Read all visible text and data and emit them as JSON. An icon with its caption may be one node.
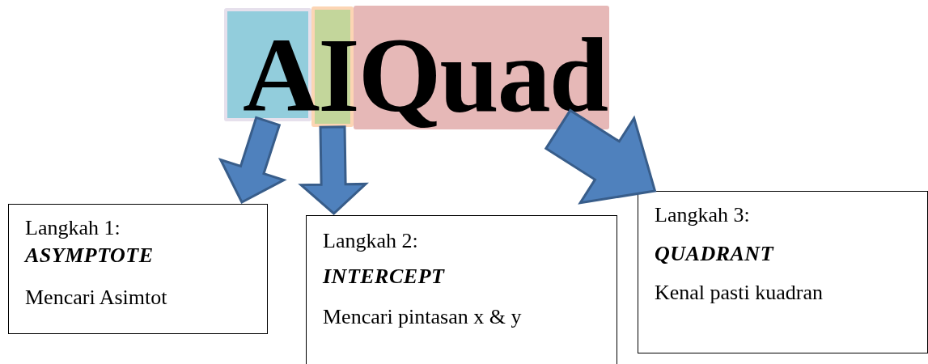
{
  "diagram": {
    "title": "AIQuad",
    "nodes": [
      {
        "text": [],
        "shape": "box"
      },
      {
        "text": [],
        "shape": "box"
      },
      {
        "text": [],
        "shape": "box"
      },
      {
        "text": [
          "Langkah 1:",
          "ASYMPTOTE",
          "Mencari Asimtot"
        ]
      },
      {
        "text": [
          "Langkah 2:",
          "INTERCEPT",
          "Mencari pintasan x & y"
        ]
      },
      {
        "text": [
          "Langkah 3:",
          "QUADRANT",
          "Kenal pasti kuadran"
        ]
      }
    ],
    "edges": [
      {
        "from": 0,
        "to": 3,
        "arrow": "to",
        "style": "thick"
      },
      {
        "from": 1,
        "to": 4,
        "arrow": "to",
        "style": "thick"
      },
      {
        "from": 2,
        "to": 5,
        "arrow": "to",
        "style": "thick"
      }
    ]
  }
}
